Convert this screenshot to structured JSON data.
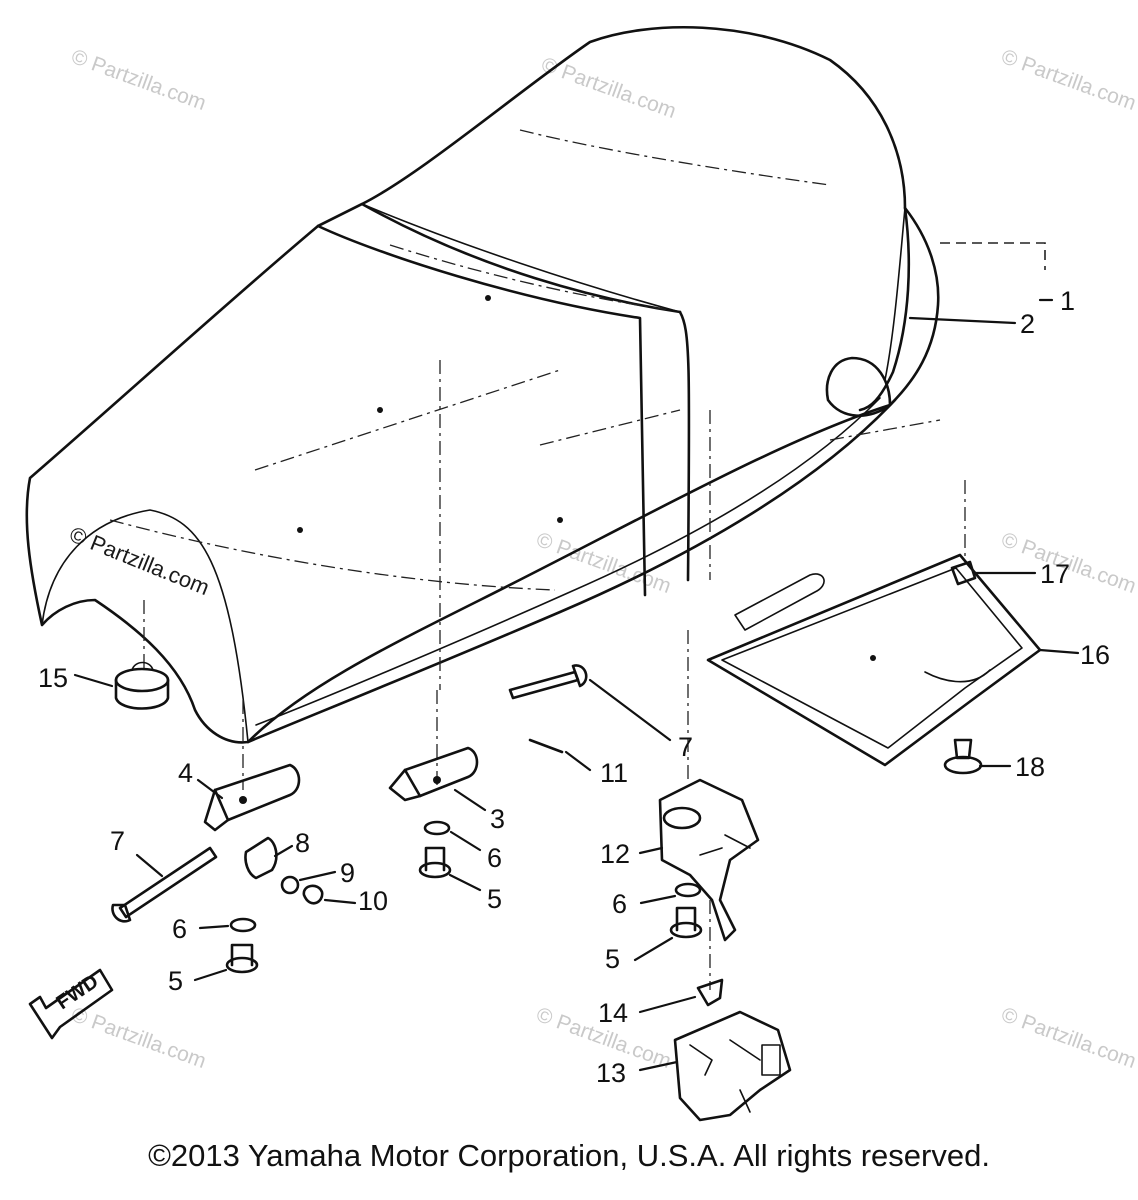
{
  "watermarks": {
    "text": "© Partzilla.com"
  },
  "callouts": {
    "c1": "1",
    "c2": "2",
    "c3": "3",
    "c4": "4",
    "c5a": "5",
    "c5b": "5",
    "c5c": "5",
    "c6a": "6",
    "c6b": "6",
    "c6c": "6",
    "c7a": "7",
    "c7b": "7",
    "c8": "8",
    "c9": "9",
    "c10": "10",
    "c11": "11",
    "c12": "12",
    "c13": "13",
    "c14": "14",
    "c15": "15",
    "c16": "16",
    "c17": "17",
    "c18": "18"
  },
  "fwd_label": "FWD",
  "copyright": "©2013 Yamaha Motor Corporation, U.S.A. All rights reserved."
}
